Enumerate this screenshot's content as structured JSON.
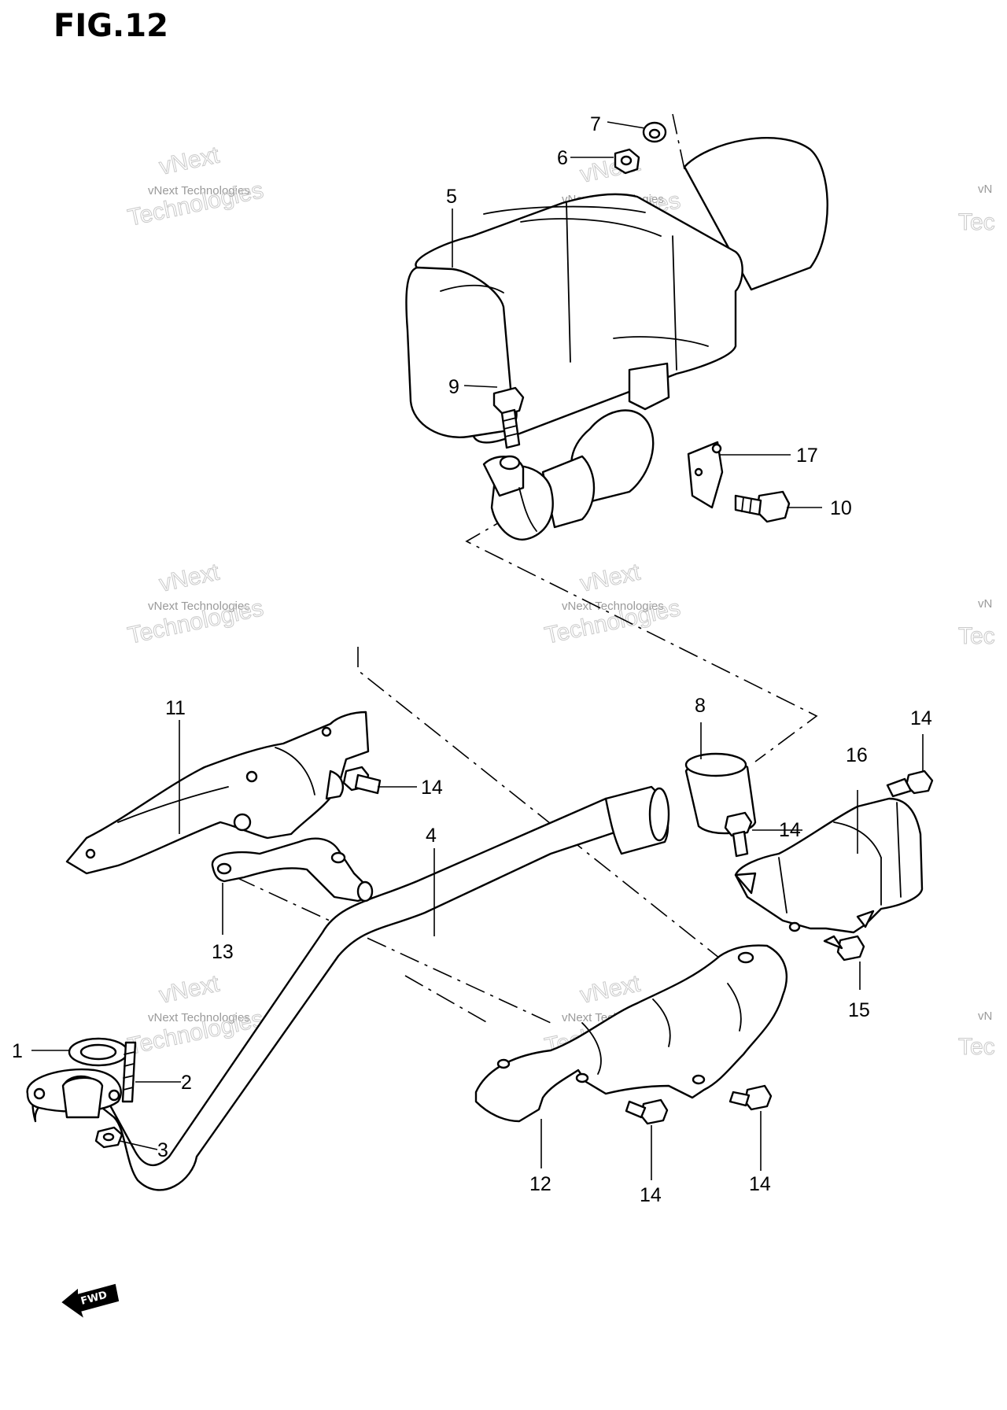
{
  "figure": {
    "title": "FIG.12"
  },
  "watermark": {
    "line1": "vNext Technologies",
    "line2": "vNext",
    "line3": "Technologies",
    "edge1": "vN",
    "edge2": "Tec"
  },
  "fwd_marker": {
    "label": "FWD"
  },
  "callouts": {
    "c1": "1",
    "c2": "2",
    "c3": "3",
    "c4": "4",
    "c5": "5",
    "c6": "6",
    "c7": "7",
    "c8": "8",
    "c9": "9",
    "c10": "10",
    "c11": "11",
    "c12": "12",
    "c13": "13",
    "c14a": "14",
    "c14b": "14",
    "c14c": "14",
    "c14d": "14",
    "c14e": "14",
    "c15": "15",
    "c16": "16",
    "c17": "17"
  }
}
